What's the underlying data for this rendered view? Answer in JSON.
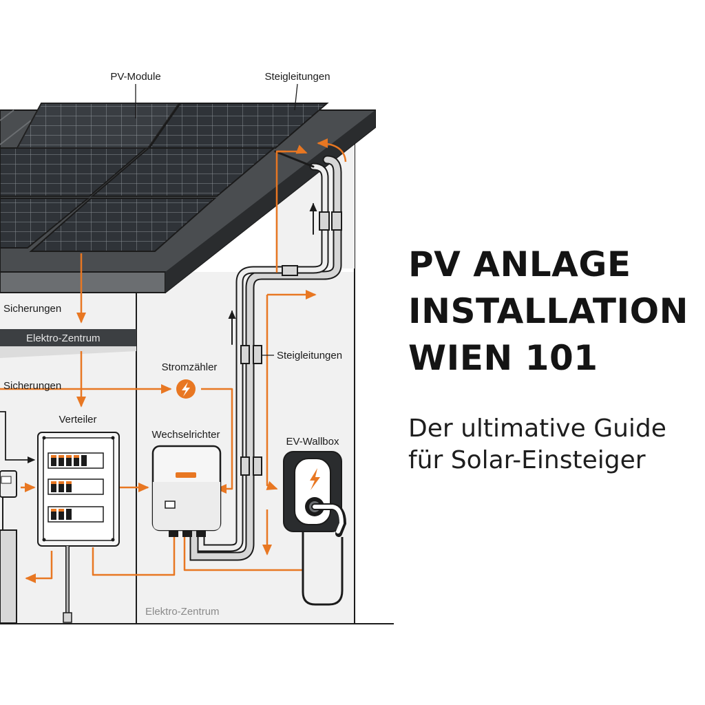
{
  "title": {
    "lines": [
      "PV ANLAGE",
      "INSTALLATION",
      "WIEN 101"
    ]
  },
  "subtitle": {
    "lines": [
      "Der ultimative Guide",
      "für Solar-Einsteiger"
    ]
  },
  "diagram": {
    "labels": {
      "pv_module": "PV-Module",
      "steigleitungen_top": "Steigleitungen",
      "sicherungen_1": "Sicherungen",
      "elektro_zentrum_band": "Elektro-Zentrum",
      "sicherungen_2": "Sicherungen",
      "stromzaehler": "Stromzähler",
      "steigleitungen_mid": "Steigleitungen",
      "verteiler": "Verteiler",
      "wechselrichter": "Wechselrichter",
      "ev_wallbox": "EV-Wallbox",
      "elektro_zentrum_bottom": "Elektro-Zentrum"
    },
    "icons": {
      "meter": "lightning-bolt-icon",
      "wallbox": "lightning-bolt-icon"
    },
    "colors": {
      "accent": "#e87722",
      "line": "#1b1b1b",
      "panel": "#2f3338",
      "roof": "#4a4d50",
      "wall": "#f1f1f1",
      "pipe": "#d6d6d6"
    }
  }
}
